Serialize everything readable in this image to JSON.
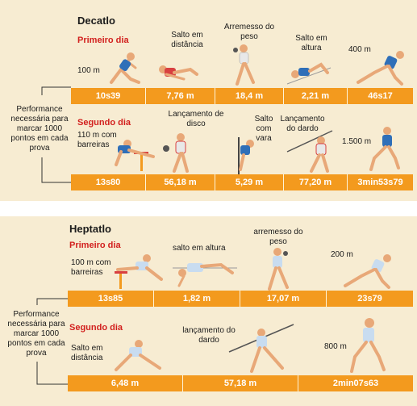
{
  "decathlon": {
    "title": "Decatlo",
    "performance_label": "Performance necessária para marcar 1000 pontos em cada prova",
    "day1": {
      "label": "Primeiro dia",
      "events": [
        {
          "name": "100 m",
          "value": "10s39"
        },
        {
          "name": "Salto em distância",
          "value": "7,76 m"
        },
        {
          "name": "Arremesso do peso",
          "value": "18,4 m"
        },
        {
          "name": "Salto em altura",
          "value": "2,21 m"
        },
        {
          "name": "400 m",
          "value": "46s17"
        }
      ]
    },
    "day2": {
      "label": "Segundo dia",
      "events": [
        {
          "name": "110 m com barreiras",
          "value": "13s80"
        },
        {
          "name": "Lançamento de disco",
          "value": "56,18 m"
        },
        {
          "name": "Salto com vara",
          "value": "5,29 m"
        },
        {
          "name": "Lançamento do dardo",
          "value": "77,20 m"
        },
        {
          "name": "1.500 m",
          "value": "3min53s79"
        }
      ]
    }
  },
  "heptathlon": {
    "title": "Heptatlo",
    "performance_label": "Performance necessária para marcar 1000 pontos em cada prova",
    "day1": {
      "label": "Primeiro dia",
      "events": [
        {
          "name": "100 m com barreiras",
          "value": "13s85"
        },
        {
          "name": "salto em altura",
          "value": "1,82 m"
        },
        {
          "name": "arremesso do peso",
          "value": "17,07 m"
        },
        {
          "name": "200 m",
          "value": "23s79"
        }
      ]
    },
    "day2": {
      "label": "Segundo dia",
      "events": [
        {
          "name": "Salto em distância",
          "value": "6,48 m"
        },
        {
          "name": "lançamento do dardo",
          "value": "57,18 m"
        },
        {
          "name": "800 m",
          "value": "2min07s63"
        }
      ]
    }
  },
  "colors": {
    "bar": "#f39a1e",
    "day_label": "#d2201e",
    "panel": "#f7ecd2",
    "male_jersey": "#2f6fb8",
    "female_jersey": "#c8dcf0"
  }
}
